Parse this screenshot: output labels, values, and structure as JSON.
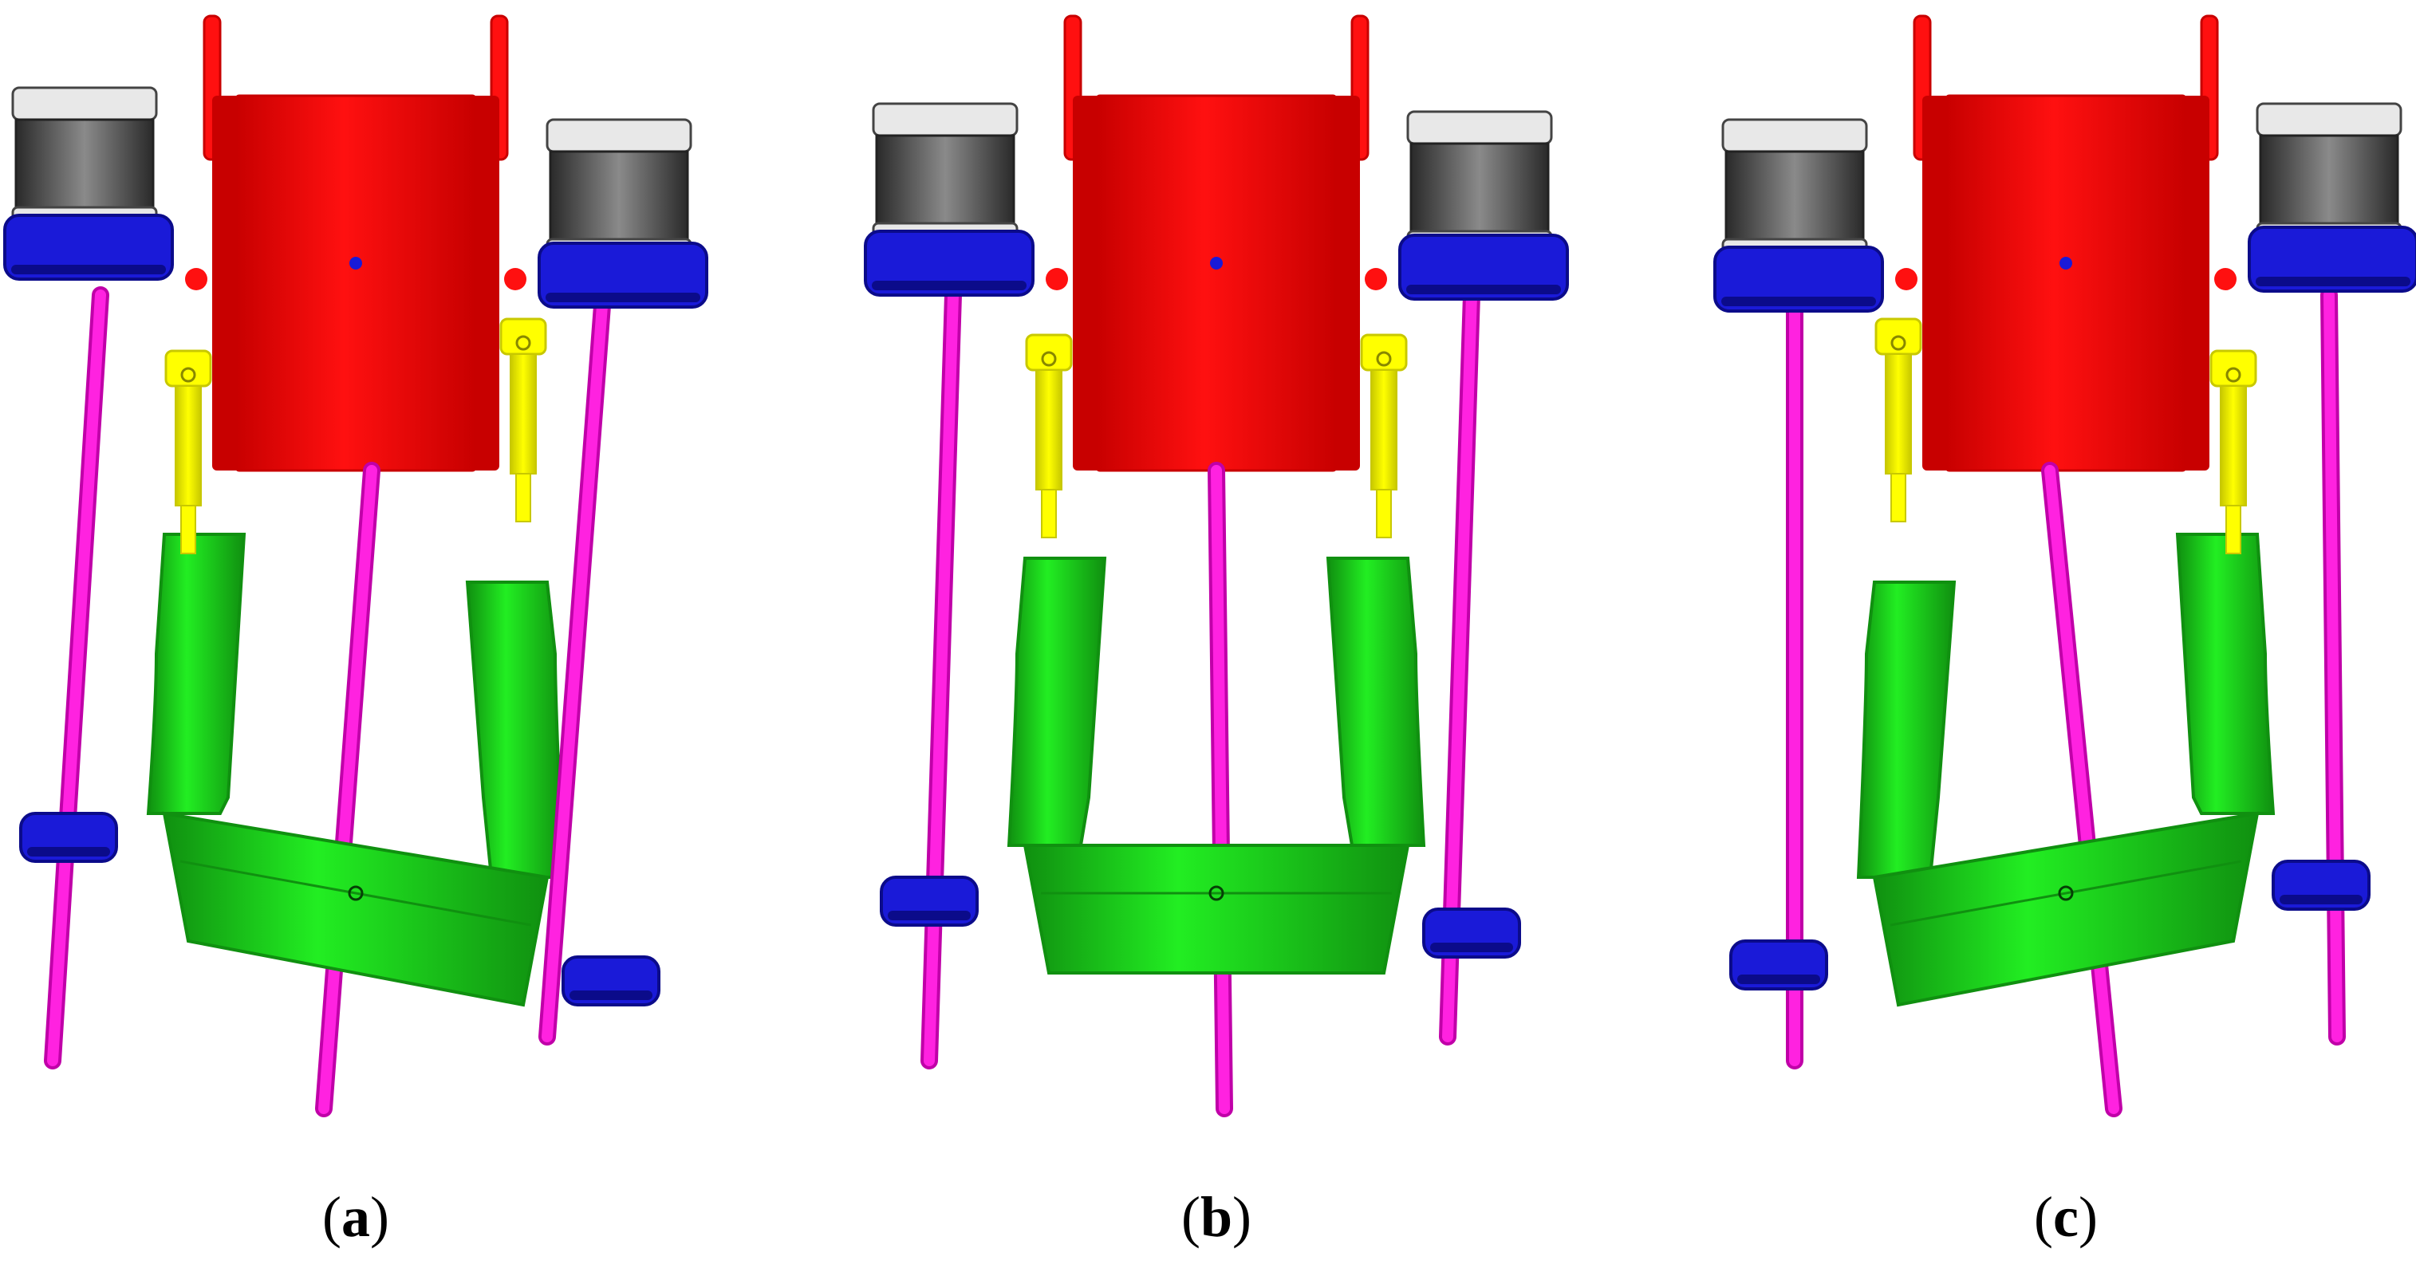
{
  "figure": {
    "panels": [
      {
        "letter": "a",
        "pose": "tilted-left"
      },
      {
        "letter": "b",
        "pose": "neutral"
      },
      {
        "letter": "c",
        "pose": "tilted-right"
      }
    ]
  },
  "colors": {
    "frame": "#ff1010",
    "frame_shade": "#c80000",
    "motor_dark": "#2a2a2a",
    "motor_light": "#e8e8e8",
    "motor_grey": "#8a8a8a",
    "mount": "#1a1ad8",
    "mount_shade": "#0b0b8a",
    "rod": "#ff22e0",
    "rod_shade": "#c000a8",
    "actuator": "#ffff00",
    "actuator_shade": "#c8c800",
    "brace": "#22ee22",
    "brace_shade": "#109010"
  },
  "captions": {
    "a": {
      "open": "(",
      "letter": "a",
      "close": ")"
    },
    "b": {
      "open": "(",
      "letter": "b",
      "close": ")"
    },
    "c": {
      "open": "(",
      "letter": "c",
      "close": ")"
    }
  }
}
